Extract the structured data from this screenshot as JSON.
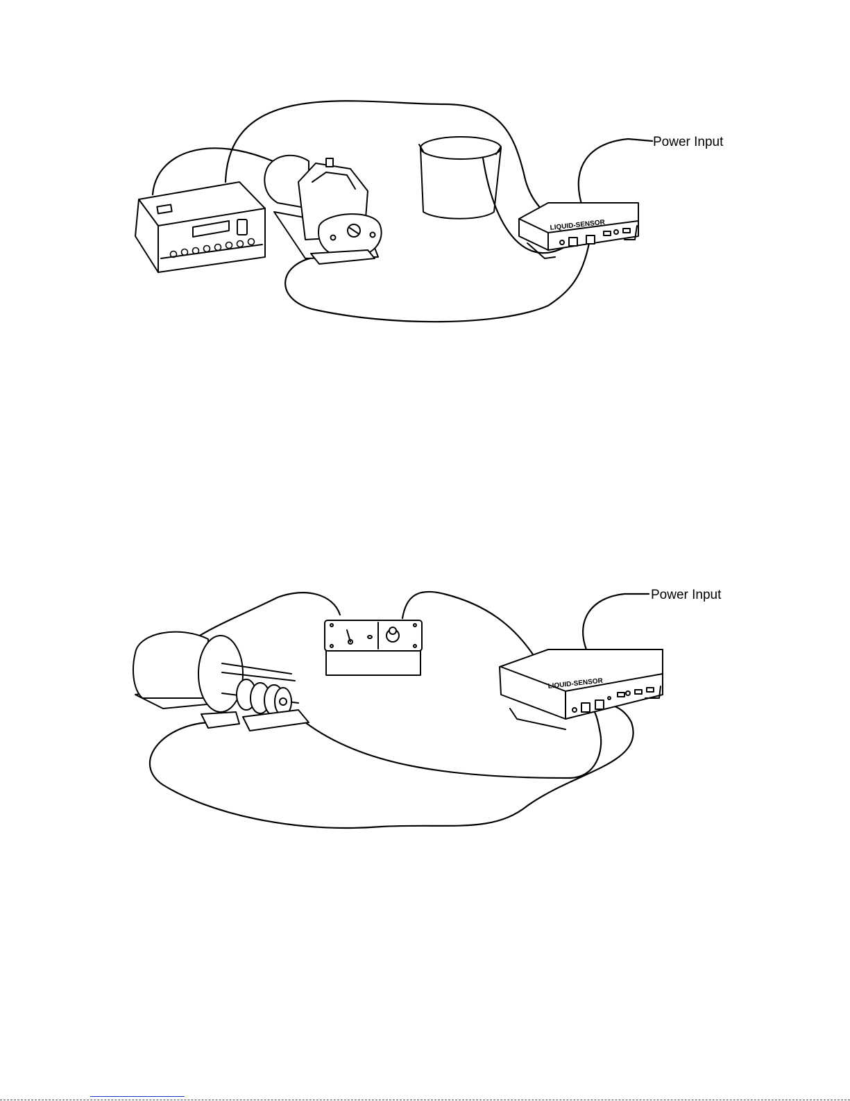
{
  "figure_top": {
    "power_label": "Power Input",
    "controller_brand": "LIQUID-SENSOR"
  },
  "figure_bottom": {
    "power_label": "Power Input",
    "controller_brand": "LIQUID-SENSOR"
  }
}
